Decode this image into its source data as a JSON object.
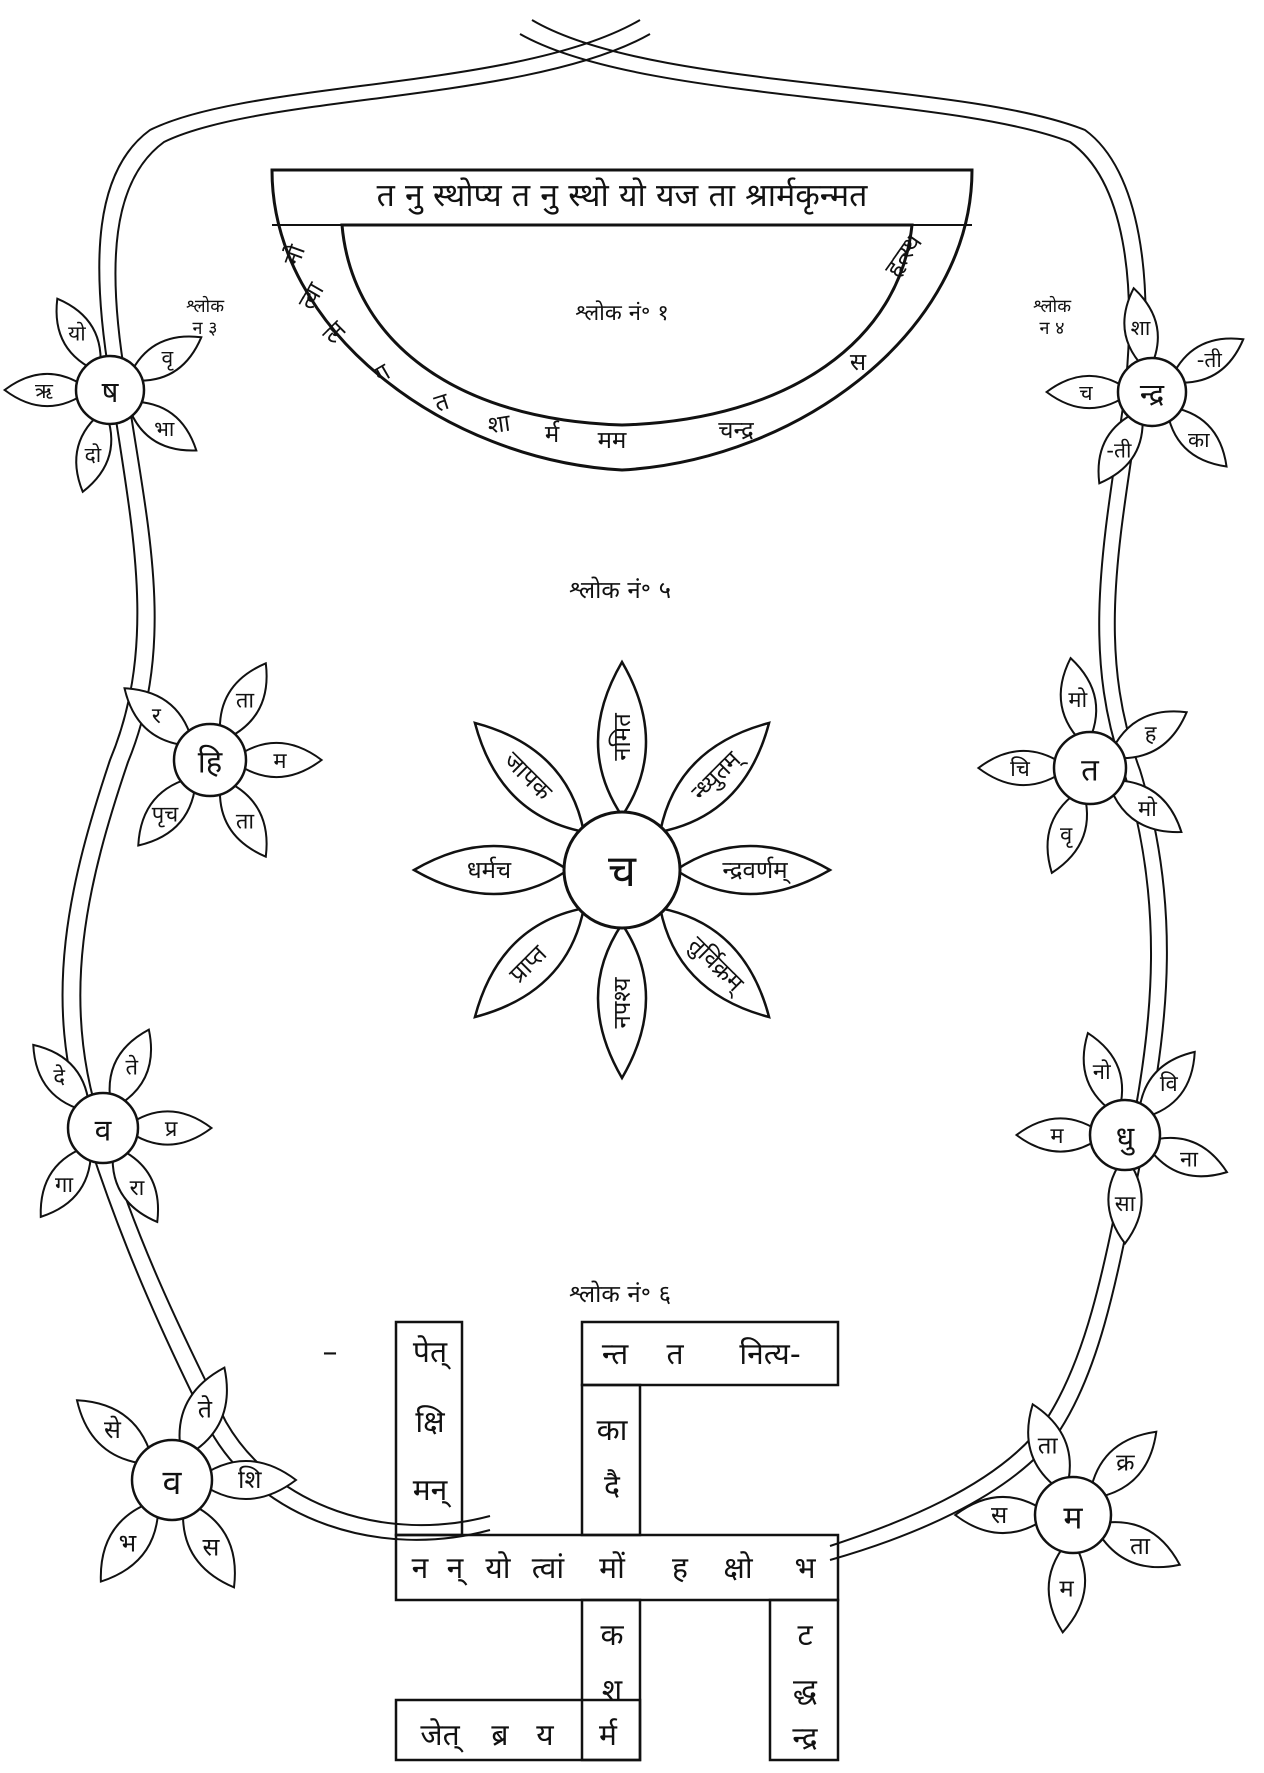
{
  "ink_color": "#111111",
  "paper_color": "#ffffff",
  "shloka1": {
    "heading": "श्लोक नं॰ १",
    "top_line": "त नु स्थोप्य त नु स्थो यो यज ता श्रार्मकृन्मत",
    "arc_letters": [
      "नो",
      "त्वा",
      "त्म",
      "ग",
      "त",
      "शा",
      "र्म",
      "मम",
      "चन्द्र",
      "स",
      "हृत्स्थ"
    ]
  },
  "flowers": [
    {
      "key": "shloka3",
      "label": "श्लोक\nन ३",
      "center": "ष",
      "petals": [
        "यो",
        "वृ",
        "भा",
        "दो",
        "ऋ"
      ]
    },
    {
      "key": "shloka4",
      "label": "श्लोक\nन ४",
      "center": "न्द्र",
      "petals": [
        "शा",
        "-ती",
        "का",
        "-ती",
        "च"
      ]
    },
    {
      "key": "left-2",
      "label": "",
      "center": "हि",
      "petals": [
        "ता",
        "म",
        "ता",
        "पृच",
        "र"
      ]
    },
    {
      "key": "right-2",
      "label": "",
      "center": "त",
      "petals": [
        "मो",
        "ह",
        "मो",
        "वृ",
        "चि"
      ]
    },
    {
      "key": "left-3",
      "label": "",
      "center": "व",
      "petals": [
        "ते",
        "प्र",
        "रा",
        "गा",
        "दे"
      ]
    },
    {
      "key": "right-3",
      "label": "",
      "center": "धु",
      "petals": [
        "नो",
        "वि",
        "ना",
        "सा",
        "म"
      ]
    },
    {
      "key": "left-4",
      "label": "",
      "center": "व",
      "petals": [
        "ते",
        "शि",
        "स",
        "भ",
        "से"
      ]
    },
    {
      "key": "right-4",
      "label": "",
      "center": "म",
      "petals": [
        "ता",
        "क्र",
        "ता",
        "म",
        "स"
      ]
    }
  ],
  "shloka5": {
    "heading": "श्लोक नं॰ ५",
    "center": "च",
    "petals": [
      "नमित",
      "न्ध्युतम्",
      "न्द्रवर्णम्",
      "तुर्विक्रम्",
      "नपश्य",
      "प्राप्त",
      "धर्मच",
      "जापक"
    ]
  },
  "shloka6": {
    "heading": "श्लोक नं॰ ६",
    "dash": "–",
    "left_column": [
      "पेत्",
      "क्षि",
      "मन्"
    ],
    "top_arm": [
      "न्त",
      "त",
      "नित्य-"
    ],
    "upper_center": [
      "का",
      "दै"
    ],
    "middle_row": [
      "न",
      "न्",
      "यो",
      "त्वां",
      "मों",
      "ह",
      "क्षो",
      "भ"
    ],
    "lower_center": [
      "क",
      "श"
    ],
    "right_column": [
      "ट",
      "द्ध",
      "न्द्र"
    ],
    "bottom_arm": [
      "जेत्",
      "ब्र",
      "य",
      "र्म"
    ]
  }
}
